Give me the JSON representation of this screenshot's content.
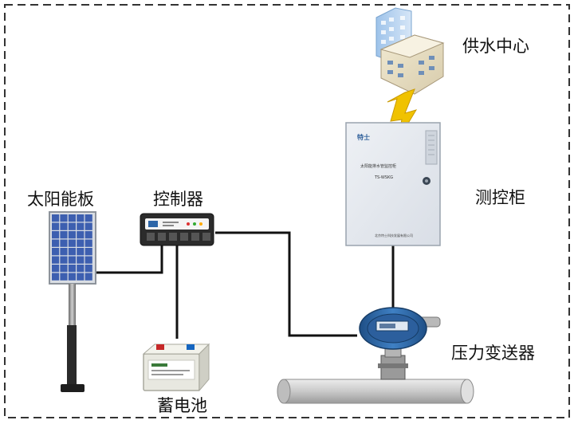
{
  "labels": {
    "water_center": "供水中心",
    "cabinet": "测控柜",
    "solar_panel": "太阳能板",
    "controller": "控制器",
    "battery": "蓄电池",
    "transmitter": "压力变送器"
  },
  "cabinet_panel": {
    "brand": "特士",
    "title": "太阳能排水管监控柜",
    "model": "TS-WSKG",
    "footer": "北京特士科技发展有限公司"
  },
  "colors": {
    "wire": "#111111",
    "border_dash": "#333333",
    "wireless_signal": "#f0c200",
    "cabinet_face": "#e6eaf0",
    "transmitter_body": "#2e66a8",
    "solar_cells": "#3d5fb0",
    "pipe": "#c9c9c9"
  },
  "icons": {
    "water_center": "office-building-icon",
    "wireless": "lightning-signal-icon",
    "cabinet": "control-cabinet-icon",
    "solar_panel": "solar-panel-icon",
    "controller": "charge-controller-icon",
    "battery": "battery-icon",
    "transmitter": "pressure-transmitter-icon",
    "pipe": "water-pipe-icon"
  }
}
